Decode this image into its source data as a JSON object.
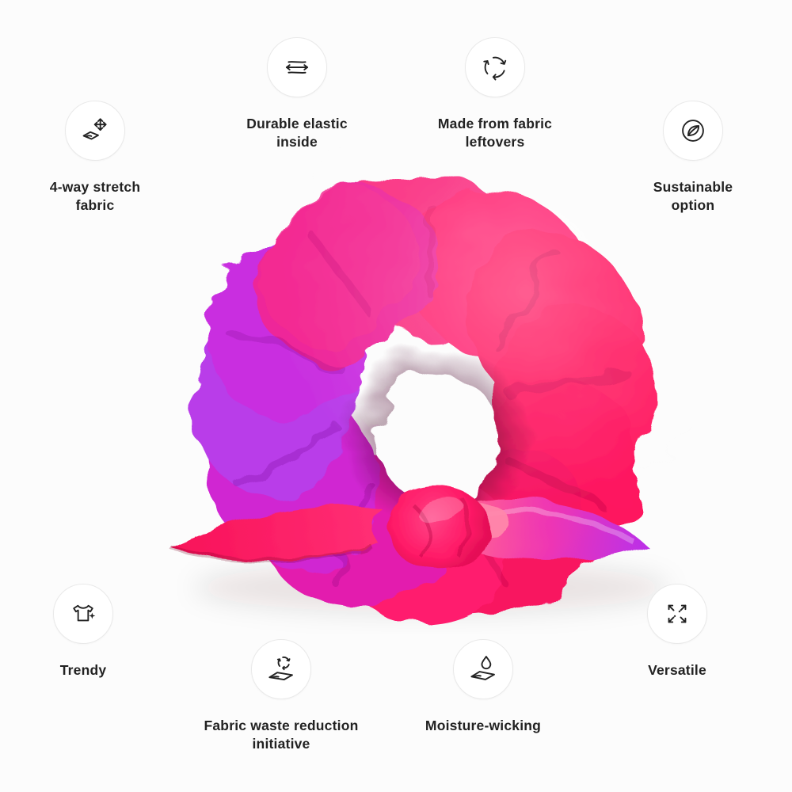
{
  "page": {
    "background": "#fcfcfc",
    "text_color": "#222222",
    "icon_stroke": "#222222",
    "badge_border": "#e9e9e9",
    "badge_background": "#ffffff"
  },
  "product": {
    "item": "scrunchie with bow knot",
    "colors": {
      "hot_pink": "#ff1a63",
      "magenta": "#e020b8",
      "purple": "#b93ce9"
    }
  },
  "features": [
    {
      "label": "4-way stretch fabric",
      "icon": "four-way-stretch-icon"
    },
    {
      "label": "Durable elastic inside",
      "icon": "elastic-band-icon"
    },
    {
      "label": "Made from fabric leftovers",
      "icon": "recycle-icon"
    },
    {
      "label": "Sustainable option",
      "icon": "leaf-icon"
    },
    {
      "label": "Trendy",
      "icon": "shirt-sparkle-icon"
    },
    {
      "label": "Fabric waste reduction initiative",
      "icon": "fabric-recycle-icon"
    },
    {
      "label": "Moisture-wicking",
      "icon": "droplet-fabric-icon"
    },
    {
      "label": "Versatile",
      "icon": "expand-arrows-icon"
    }
  ]
}
